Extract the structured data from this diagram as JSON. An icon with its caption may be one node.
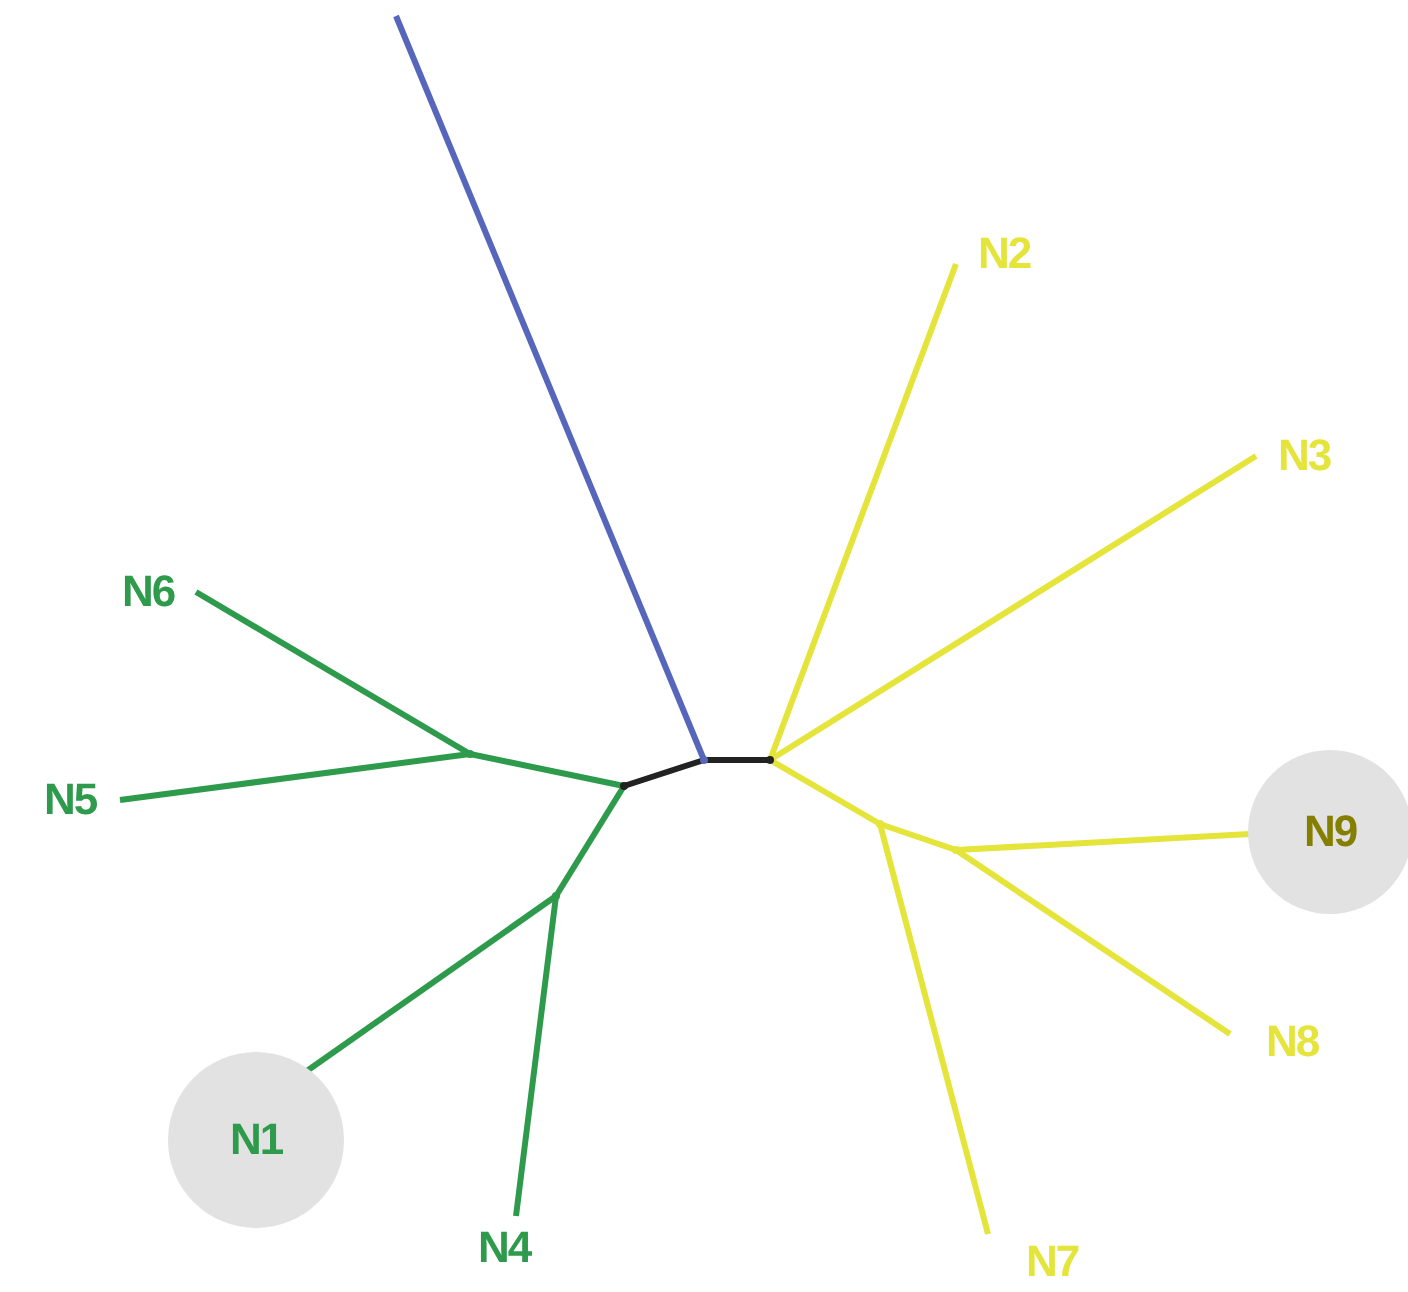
{
  "diagram": {
    "nodes": [
      {
        "text": [
          "N2"
        ]
      },
      {
        "text": [
          "N3"
        ]
      },
      {
        "text": [
          "N6"
        ]
      },
      {
        "text": [
          "N5"
        ]
      },
      {
        "text": [
          "N9"
        ]
      },
      {
        "text": [
          "N8"
        ]
      },
      {
        "text": [
          "N1"
        ]
      },
      {
        "text": [
          "N4"
        ]
      },
      {
        "text": [
          "N7"
        ]
      },
      {
        "text": [],
        "shape": "point"
      },
      {
        "text": [],
        "shape": "point"
      },
      {
        "text": [],
        "shape": "point"
      },
      {
        "text": [],
        "shape": "point"
      },
      {
        "text": [],
        "shape": "point"
      },
      {
        "text": [],
        "shape": "point"
      },
      {
        "text": [],
        "shape": "point"
      }
    ],
    "edges": [
      {
        "from": 9,
        "to": null,
        "arrow": "none",
        "color": "#5566bb"
      },
      {
        "from": 11,
        "to": 9,
        "arrow": "none",
        "color": "#222222"
      },
      {
        "from": 9,
        "to": 10,
        "arrow": "none",
        "color": "#222222"
      },
      {
        "from": 11,
        "to": 12,
        "arrow": "none",
        "color": "#2e9a4c"
      },
      {
        "from": 12,
        "to": 2,
        "arrow": "none",
        "color": "#2e9a4c"
      },
      {
        "from": 12,
        "to": 3,
        "arrow": "none",
        "color": "#2e9a4c"
      },
      {
        "from": 11,
        "to": 13,
        "arrow": "none",
        "color": "#2e9a4c"
      },
      {
        "from": 13,
        "to": 6,
        "arrow": "none",
        "color": "#2e9a4c"
      },
      {
        "from": 13,
        "to": 7,
        "arrow": "none",
        "color": "#2e9a4c"
      },
      {
        "from": 10,
        "to": 0,
        "arrow": "none",
        "color": "#e4e43a"
      },
      {
        "from": 10,
        "to": 1,
        "arrow": "none",
        "color": "#e4e43a"
      },
      {
        "from": 10,
        "to": 14,
        "arrow": "none",
        "color": "#e4e43a"
      },
      {
        "from": 14,
        "to": 8,
        "arrow": "none",
        "color": "#e4e43a"
      },
      {
        "from": 14,
        "to": 15,
        "arrow": "none",
        "color": "#e4e43a"
      },
      {
        "from": 15,
        "to": 4,
        "arrow": "none",
        "color": "#e4e43a"
      },
      {
        "from": 15,
        "to": 5,
        "arrow": "none",
        "color": "#e4e43a"
      }
    ]
  }
}
